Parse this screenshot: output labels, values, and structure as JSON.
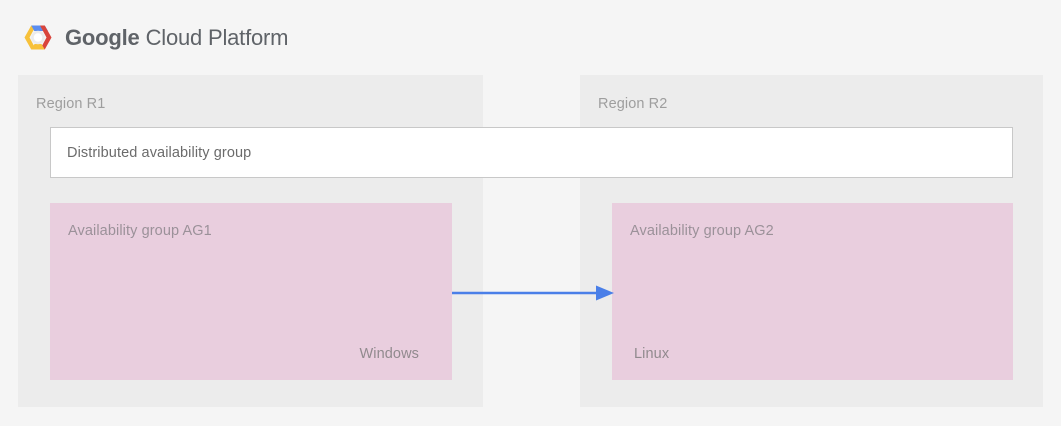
{
  "header": {
    "logo_icon": "google-cloud-platform-hexagon-logo",
    "brand_bold": "Google",
    "brand_rest": "Cloud Platform",
    "brand_full": "Google Cloud Platform"
  },
  "diagram": {
    "regions": [
      {
        "id": "r1",
        "label": "Region R1"
      },
      {
        "id": "r2",
        "label": "Region R2"
      }
    ],
    "distributed_group": {
      "label": "Distributed availability group"
    },
    "availability_groups": [
      {
        "id": "ag1",
        "title": "Availability group AG1",
        "os": "Windows"
      },
      {
        "id": "ag2",
        "title": "Availability group AG2",
        "os": "Linux"
      }
    ],
    "connector": {
      "icon": "right-arrow-icon",
      "direction": "left-to-right",
      "from": "ag1",
      "to": "ag2",
      "color": "#4a7fe8"
    }
  },
  "colors": {
    "page_background": "#f5f5f5",
    "region_panel": "#ececec",
    "availability_group": "#e9cede",
    "distributed_group_fill": "#ffffff",
    "distributed_group_border": "#c8c8c8",
    "arrow": "#4a7fe8",
    "label_text": "#9e9e9e",
    "brand_text": "#5f6368",
    "logo_blue": "#5b8def",
    "logo_red": "#d9453c",
    "logo_yellow": "#f7c13a"
  }
}
